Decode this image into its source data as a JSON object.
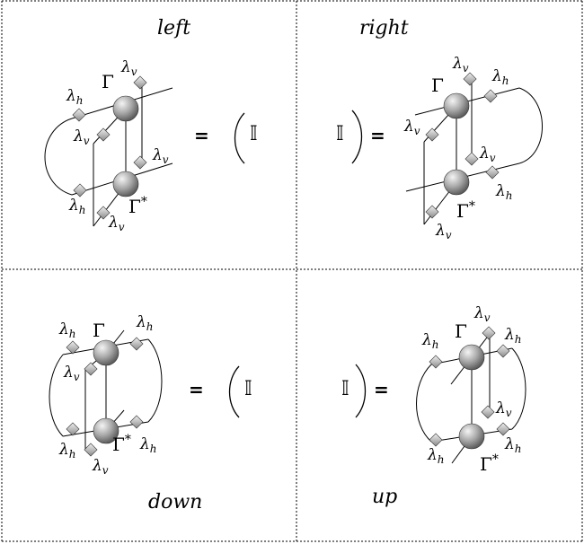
{
  "panels": {
    "left": {
      "title": "left"
    },
    "right": {
      "title": "right"
    },
    "down": {
      "title": "down"
    },
    "up": {
      "title": "up"
    }
  },
  "symbols": {
    "gamma": "Γ",
    "gamma_star": "Γ",
    "star": "*",
    "lambda": "λ",
    "sub_h": "h",
    "sub_v": "v",
    "equals": "=",
    "identity": "𝕀"
  },
  "colors": {
    "sphere_light": "#f2f2f2",
    "sphere_dark": "#6f6f6f",
    "diamond_light": "#e6e6e6",
    "diamond_dark": "#8a8a8a",
    "line": "#000000"
  }
}
